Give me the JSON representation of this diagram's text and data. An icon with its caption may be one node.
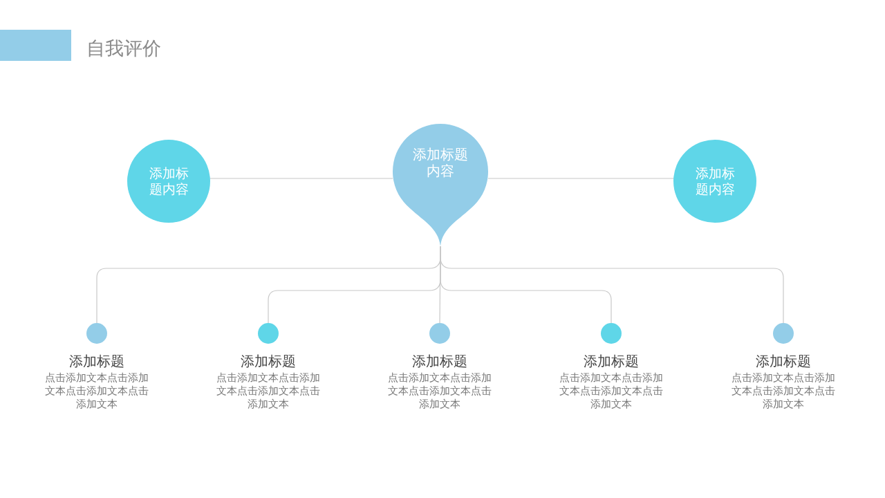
{
  "diagram": {
    "title": "自我评价",
    "nodes": [
      {
        "text": [],
        "shape": "bar"
      },
      {
        "text": [
          "添加标题内容"
        ]
      },
      {
        "text": [
          "添加标题内容"
        ]
      },
      {
        "text": [
          "添加标题内容"
        ]
      },
      {
        "text": [],
        "shape": "circle",
        "beside": [
          "添加标题",
          "点击添加文本点击添加文本点击添加文本点击添加文本"
        ]
      },
      {
        "text": [],
        "shape": "circle",
        "beside": [
          "添加标题",
          "点击添加文本点击添加文本点击添加文本点击添加文本"
        ]
      },
      {
        "text": [],
        "shape": "circle",
        "beside": [
          "添加标题",
          "点击添加文本点击添加文本点击添加文本点击添加文本"
        ]
      },
      {
        "text": [],
        "shape": "circle",
        "beside": [
          "添加标题",
          "点击添加文本点击添加文本点击添加文本点击添加文本"
        ]
      },
      {
        "text": [],
        "shape": "circle",
        "beside": [
          "添加标题",
          "点击添加文本点击添加文本点击添加文本点击添加文本"
        ]
      }
    ],
    "edges": [
      {
        "from": 1,
        "to": 2,
        "arrow": "none"
      },
      {
        "from": 2,
        "to": 3,
        "arrow": "none"
      },
      {
        "from": 2,
        "to": 4,
        "arrow": "none"
      },
      {
        "from": 2,
        "to": 5,
        "arrow": "none"
      },
      {
        "from": 2,
        "to": 6,
        "arrow": "none"
      },
      {
        "from": 2,
        "to": 7,
        "arrow": "none"
      },
      {
        "from": 2,
        "to": 8,
        "arrow": "none"
      }
    ]
  }
}
